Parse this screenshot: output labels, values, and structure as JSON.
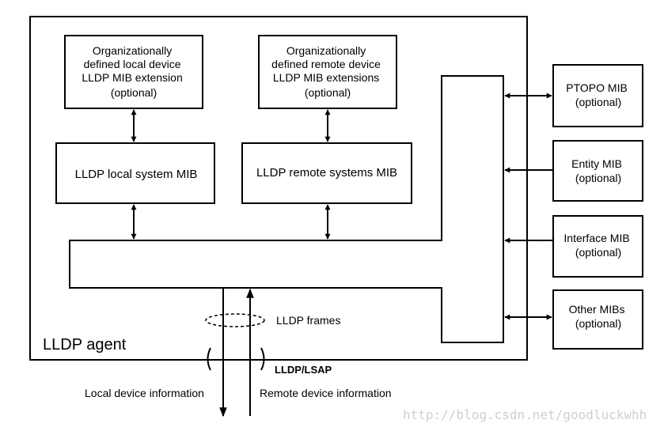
{
  "boxes": {
    "org_local": [
      "Organizationally",
      "defined local device",
      "LLDP MIB extension",
      "(optional)"
    ],
    "org_remote": [
      "Organizationally",
      "defined remote device",
      "LLDP MIB extensions",
      "(optional)"
    ],
    "local_mib": [
      "LLDP  local system MIB"
    ],
    "remote_mib": [
      "LLDP remote systems MIB"
    ],
    "ptopo": [
      "PTOPO MIB",
      "(optional)"
    ],
    "entity": [
      "Entity MIB",
      "(optional)"
    ],
    "interface": [
      "Interface MIB",
      "(optional)"
    ],
    "other": [
      "Other MIBs",
      "(optional)"
    ]
  },
  "labels": {
    "agent": "LLDP agent",
    "frames": "LLDP frames",
    "lsap": "LLDP/LSAP",
    "local_info": "Local device information",
    "remote_info": "Remote device information"
  },
  "watermark": "http://blog.csdn.net/goodluckwhh"
}
